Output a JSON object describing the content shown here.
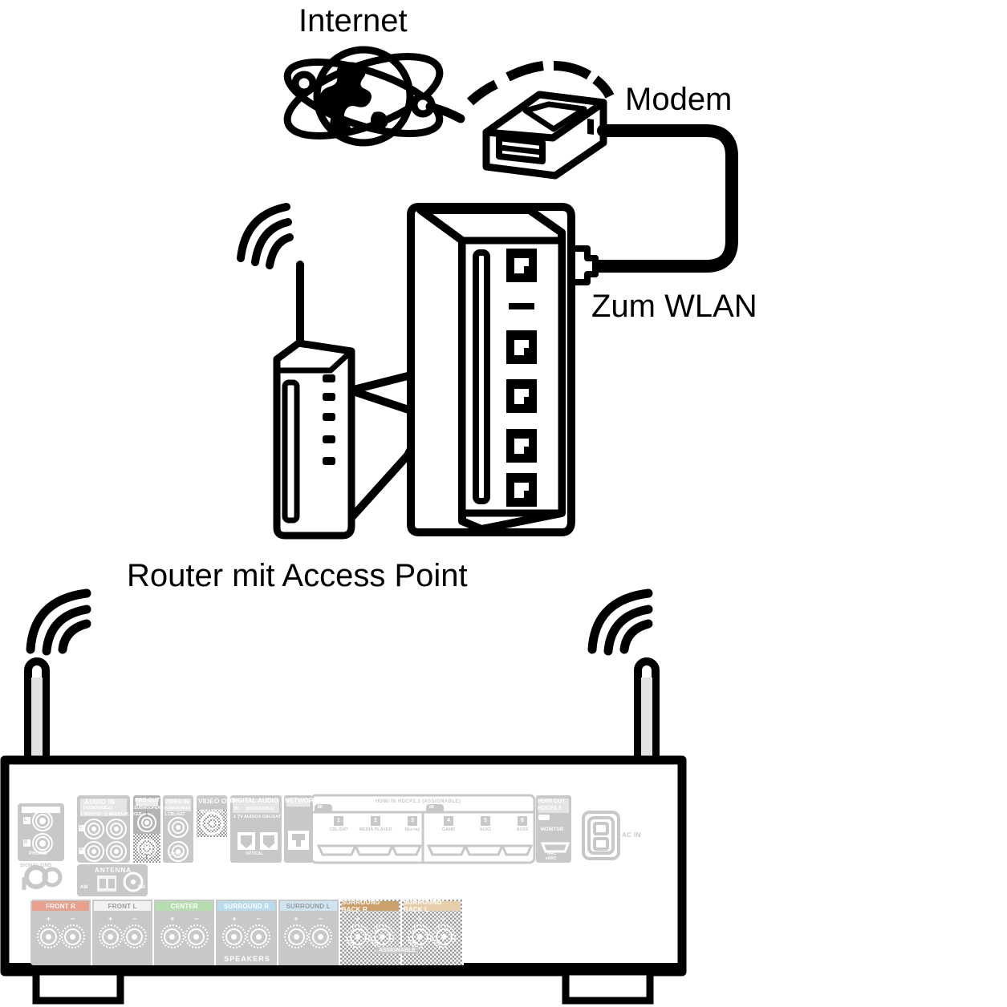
{
  "diagram": {
    "title_labels": {
      "internet": "Internet",
      "modem": "Modem",
      "to_wlan": "Zum WLAN",
      "router": "Router mit Access Point"
    },
    "language": "de",
    "colors": {
      "line": "#000000",
      "panel_gray": "#c8c8c8",
      "panel_gray_dark": "#b4b4b4",
      "front_r": "#e8a08c",
      "front_l": "#f2f2f2",
      "center": "#b6ddb0",
      "surround_r": "#b9dced",
      "surround_l": "#cfe6f2",
      "surround_back_r": "#cba06a",
      "surround_back_l": "#e6cfa8",
      "hatch": "#9a9a9a"
    }
  },
  "receiver": {
    "name": "av-receiver-rear-panel",
    "left_block": {
      "audio_in_title": "AUDIO IN",
      "channel_l": "L",
      "channel_r": "R",
      "phono": "PHONO",
      "signal_gnd": "SIGNAL GND"
    },
    "audio_in_block": {
      "title": "AUDIO IN",
      "assignable": "(ASSIGNABLE)",
      "port1": "1 BD/DVD",
      "port2": "2 MEDIA PLAYER",
      "channel_l": "L",
      "channel_r": "R"
    },
    "antenna_block": {
      "title": "ANTENNA",
      "am": "AM",
      "fm": "FM"
    },
    "pre_out_block": {
      "title": "PRE OUT",
      "subwoofer": "SUBWOOFER",
      "out1": "1",
      "out2": "2"
    },
    "video_in_block": {
      "title": "VIDEO IN",
      "assignable": "(ASSIGNABLE)",
      "in1": "1 CBL/SAT",
      "in2": "2 DVD"
    },
    "video_out_block": {
      "title": "VIDEO OUT",
      "monitor": "MONITOR"
    },
    "digital_audio_block": {
      "title": "DIGITAL AUDIO",
      "in": "IN",
      "assignable": "(ASSIGNABLE)",
      "in1": "1 TV AUDIO",
      "in2": "2 CBL/SAT",
      "optical": "OPTICAL"
    },
    "network_block": {
      "title": "NETWORK"
    },
    "hdmi_block": {
      "title": "HDMI  IN  HDCP2.3  (ASSIGNABLE)",
      "group1_badge": "8K",
      "group2_badge": "8K",
      "ports": [
        {
          "num": "1",
          "name": "CBL/SAT"
        },
        {
          "num": "2",
          "name": "MEDIA PLAYER"
        },
        {
          "num": "3",
          "name": "Blu-ray"
        },
        {
          "num": "4",
          "name": "GAME"
        },
        {
          "num": "5",
          "name": "AUX1"
        },
        {
          "num": "6",
          "name": "AUX2"
        }
      ]
    },
    "hdmi_out_block": {
      "title": "HDMI OUT",
      "hdcp": "HDCP2.3",
      "badge": "8K",
      "monitor": "MONITOR",
      "arc": "ARC",
      "earc": "eARC"
    },
    "ac_in": "AC IN",
    "speakers_block": {
      "caption": "SPEAKERS",
      "assignable": "ASSIGNABLE",
      "terminals": [
        {
          "label": "FRONT",
          "side": "R",
          "color": "#e8a08c",
          "text": "#ffffff",
          "hatched": false
        },
        {
          "label": "FRONT",
          "side": "L",
          "color": "#f2f2f2",
          "text": "#9a9a9a",
          "hatched": false
        },
        {
          "label": "CENTER",
          "side": "",
          "color": "#b6ddb0",
          "text": "#ffffff",
          "hatched": false
        },
        {
          "label": "SURROUND",
          "side": "R",
          "color": "#b9dced",
          "text": "#ffffff",
          "hatched": false
        },
        {
          "label": "SURROUND",
          "side": "L",
          "color": "#cfe6f2",
          "text": "#9a9a9a",
          "hatched": false
        },
        {
          "label": "SURROUND BACK",
          "side": "R",
          "color": "#cba06a",
          "text": "#ffffff",
          "hatched": true
        },
        {
          "label": "SURROUND BACK",
          "side": "L",
          "color": "#e6cfa8",
          "text": "#ffffff",
          "hatched": true
        }
      ],
      "polarity_plus": "+",
      "polarity_minus": "−"
    }
  },
  "devices": {
    "globe": {
      "name": "internet-globe-icon"
    },
    "modem": {
      "name": "modem-device-icon"
    },
    "access_point": {
      "name": "access-point-icon"
    },
    "router": {
      "name": "router-switch-icon",
      "port_count": 5
    },
    "cable": {
      "name": "ethernet-cable"
    }
  }
}
